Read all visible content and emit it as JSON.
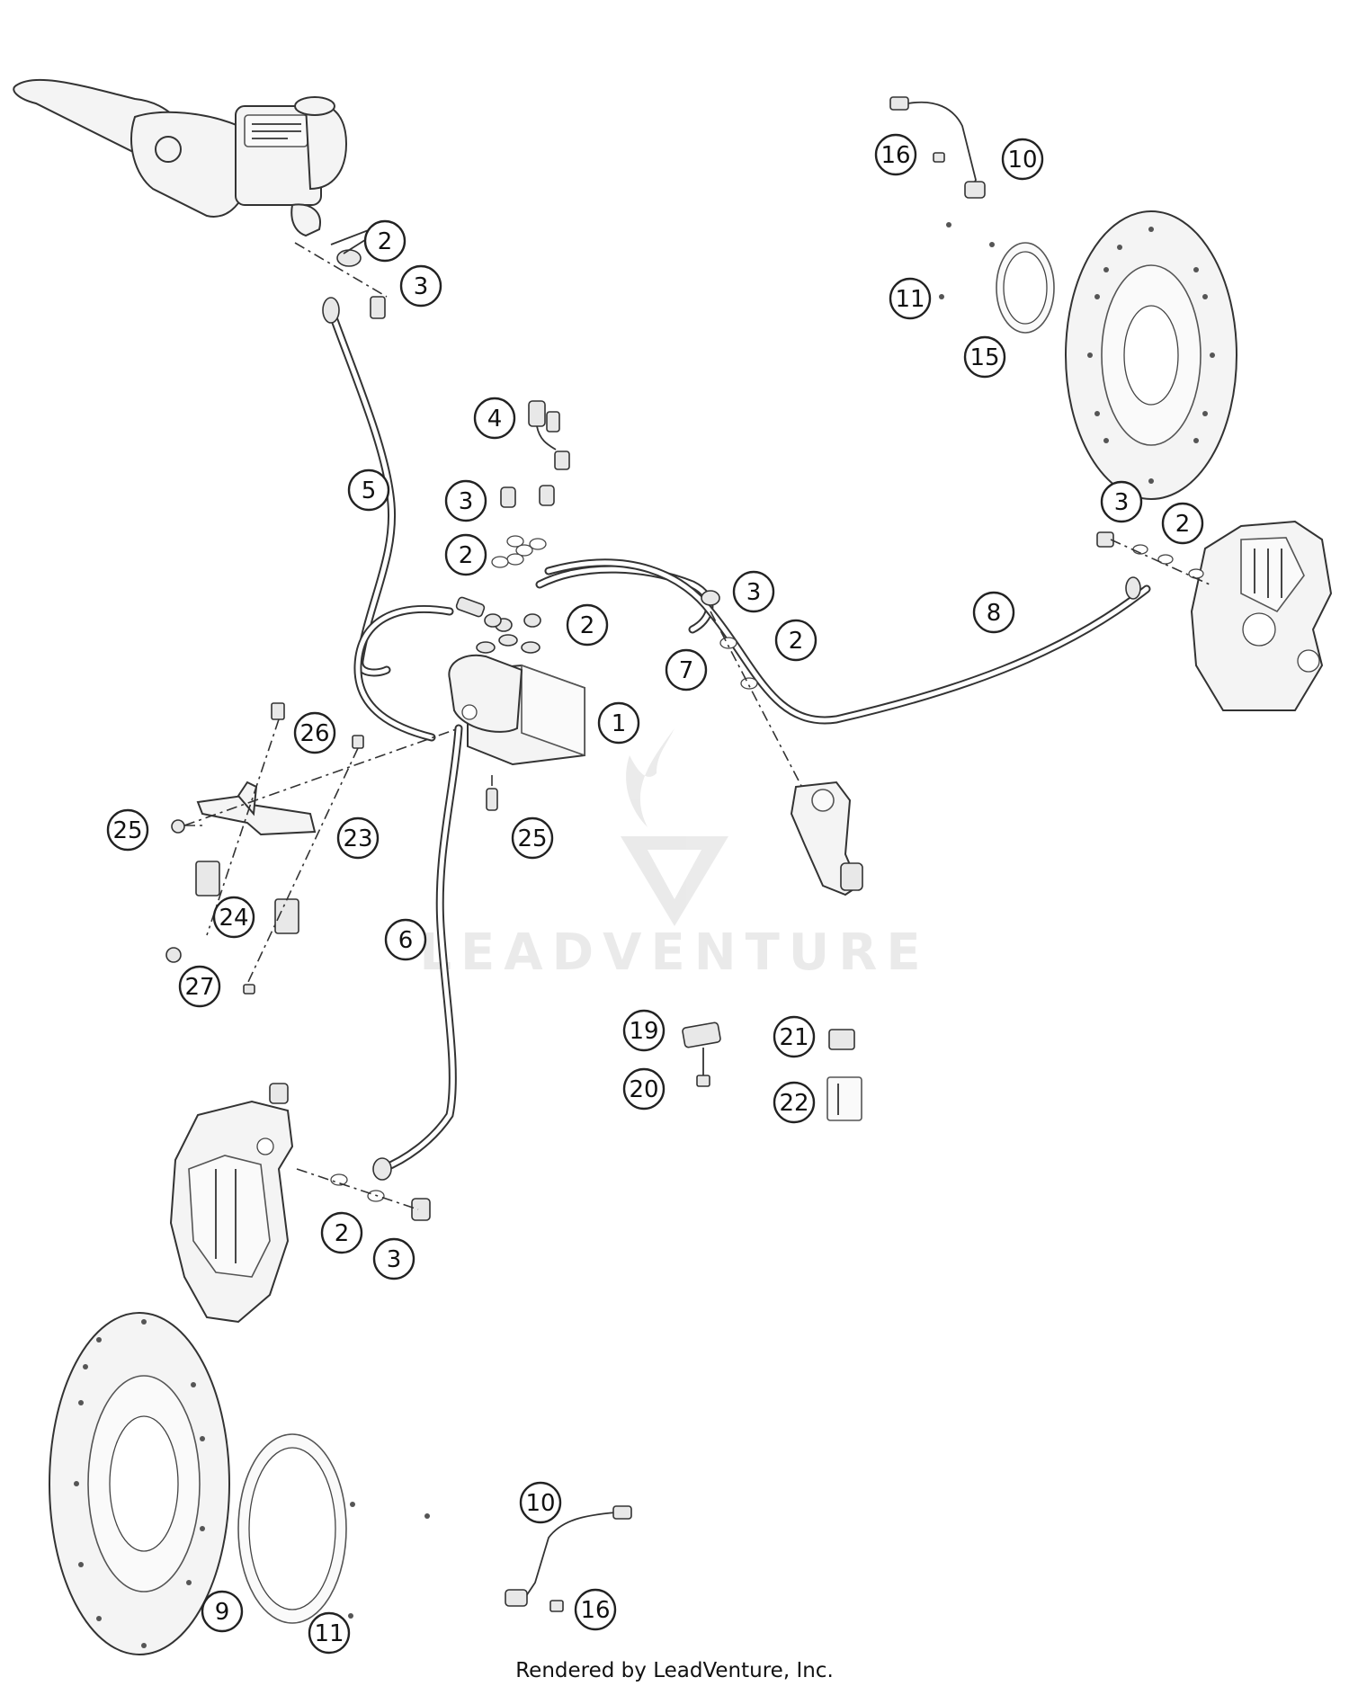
{
  "diagram": {
    "callouts": [
      "2",
      "3",
      "4",
      "5",
      "3",
      "2",
      "2",
      "3",
      "2",
      "7",
      "8",
      "3",
      "2",
      "1",
      "16",
      "10",
      "11",
      "15",
      "26",
      "25",
      "23",
      "24",
      "27",
      "25",
      "6",
      "19",
      "20",
      "21",
      "22",
      "2",
      "3",
      "9",
      "11",
      "10",
      "16"
    ],
    "watermark": "LEADVENTURE",
    "footer": "Rendered by LeadVenture, Inc."
  }
}
